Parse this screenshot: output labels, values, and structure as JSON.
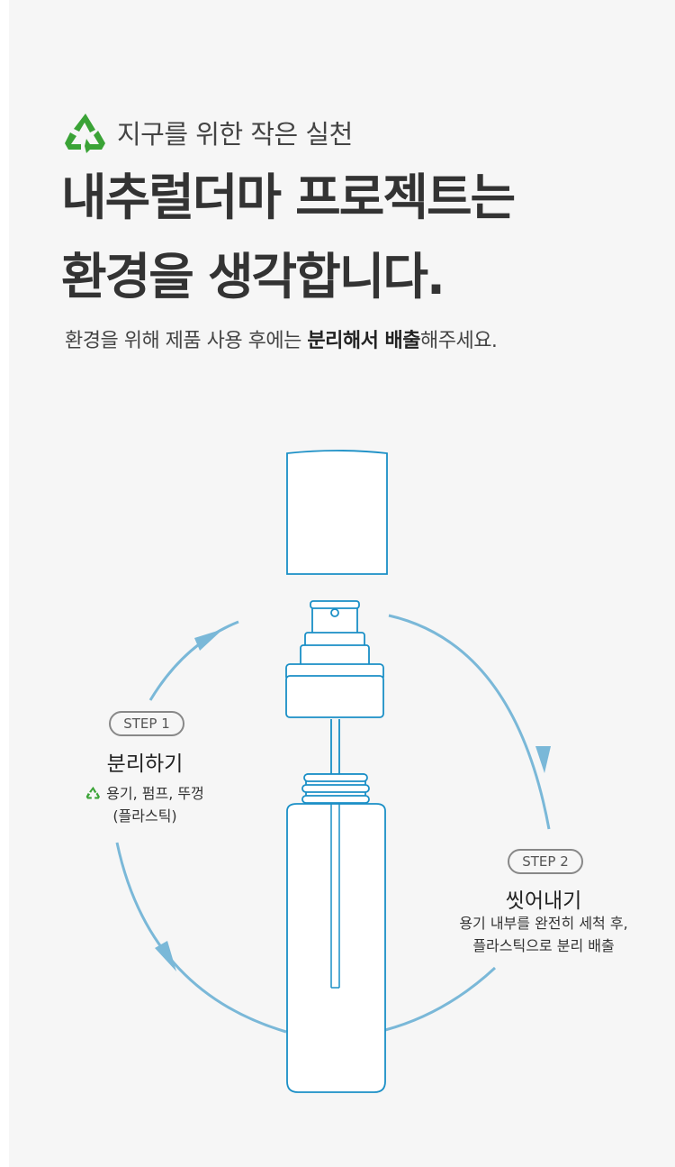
{
  "eyebrow": {
    "icon": "recycle-icon",
    "text": "지구를 위한 작은 실천"
  },
  "headline": {
    "line1": "내추럴더마 프로젝트는",
    "line2": "환경을 생각합니다."
  },
  "subline": {
    "before": "환경을 위해 제품 사용 후에는 ",
    "bold": "분리해서 배출",
    "after": "해주세요."
  },
  "steps": [
    {
      "badge": "STEP 1",
      "title": "분리하기",
      "desc_icon": "recycle-icon",
      "desc_line1": "용기, 펌프, 뚜껑",
      "desc_line2": "(플라스틱)"
    },
    {
      "badge": "STEP 2",
      "title": "씻어내기",
      "desc_line1": "용기 내부를 완전히 세척 후,",
      "desc_line2": "플라스틱으로 분리 배출"
    }
  ],
  "colors": {
    "accent_green": "#3aa336",
    "line_blue": "#1a8fc6",
    "cycle_blue": "#7ab8d8",
    "text_dark": "#333333"
  }
}
